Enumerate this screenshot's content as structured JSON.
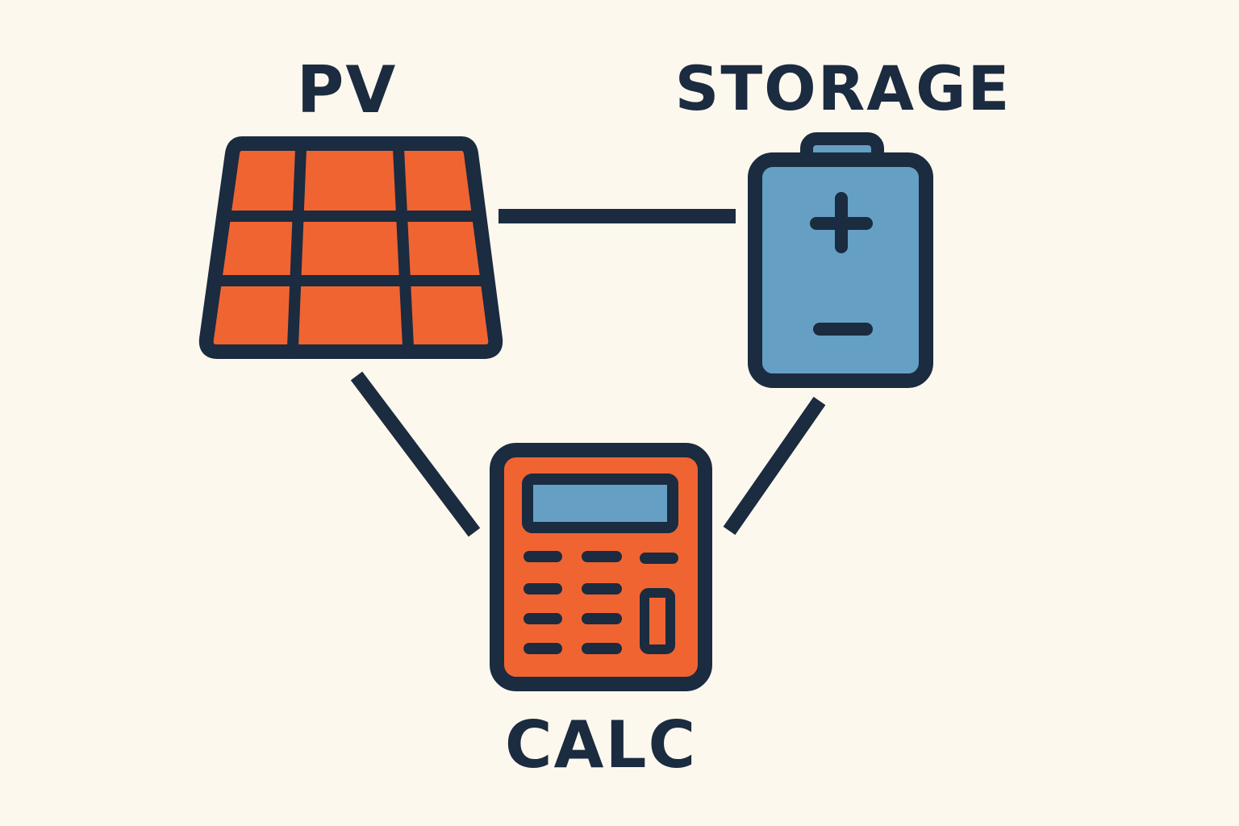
{
  "nodes": {
    "pv": {
      "label": "PV",
      "icon": "solar-panel-icon"
    },
    "storage": {
      "label": "STORAGE",
      "icon": "battery-icon"
    },
    "calc": {
      "label": "CALC",
      "icon": "calculator-icon"
    }
  },
  "edges": [
    {
      "from": "pv",
      "to": "storage"
    },
    {
      "from": "pv",
      "to": "calc"
    },
    {
      "from": "storage",
      "to": "calc"
    }
  ],
  "colors": {
    "background": "#fdf8ee",
    "outline": "#1b2b40",
    "orange": "#f06432",
    "blue": "#659fc4"
  }
}
